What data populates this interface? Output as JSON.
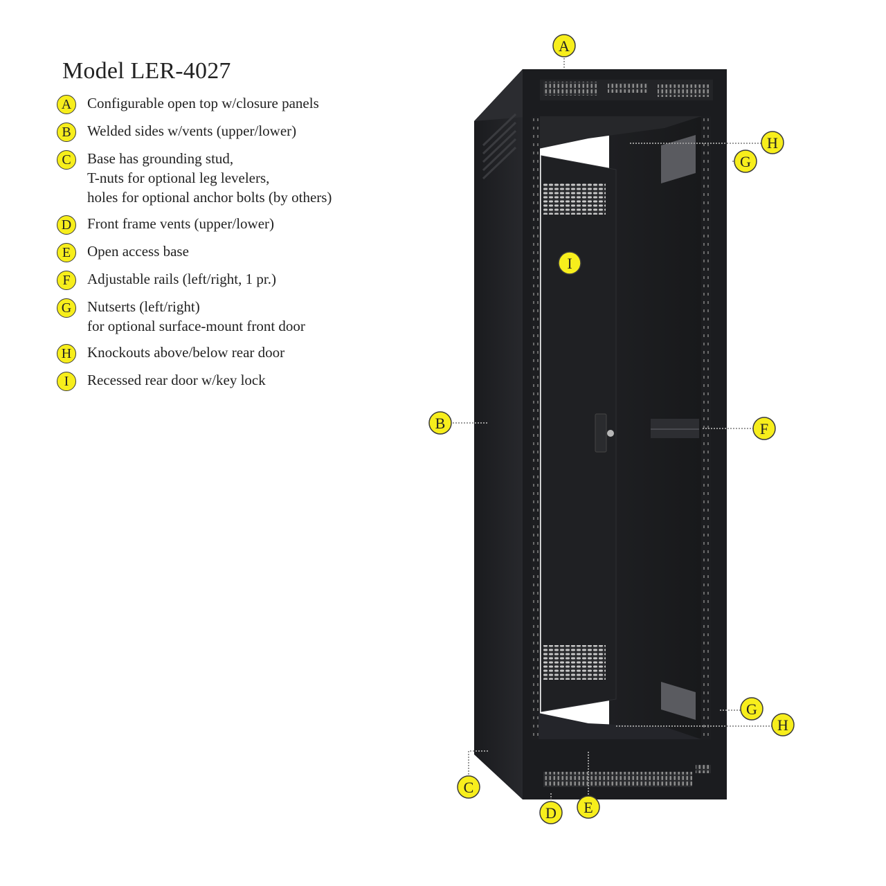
{
  "title": "Model LER-4027",
  "legend": [
    {
      "letter": "A",
      "text": "Configurable open top w/closure panels"
    },
    {
      "letter": "B",
      "text": "Welded sides w/vents (upper/lower)"
    },
    {
      "letter": "C",
      "text": "Base has grounding stud,\nT-nuts for optional leg levelers,\nholes for optional anchor bolts (by others)"
    },
    {
      "letter": "D",
      "text": "Front frame vents (upper/lower)"
    },
    {
      "letter": "E",
      "text": "Open access base"
    },
    {
      "letter": "F",
      "text": "Adjustable rails (left/right, 1 pr.)"
    },
    {
      "letter": "G",
      "text": "Nutserts (left/right)\nfor optional surface-mount front door"
    },
    {
      "letter": "H",
      "text": "Knockouts above/below rear door"
    },
    {
      "letter": "I",
      "text": "Recessed rear door w/key lock"
    }
  ],
  "callouts": {
    "a": "A",
    "b": "B",
    "c": "C",
    "d": "D",
    "e": "E",
    "f": "F",
    "g_top": "G",
    "g_bottom": "G",
    "h_top": "H",
    "h_bottom": "H",
    "i": "I"
  },
  "colors": {
    "badge_fill": "#f7ee1c",
    "rack_black": "#1c1d20",
    "leader_line": "#9a9a9a"
  }
}
